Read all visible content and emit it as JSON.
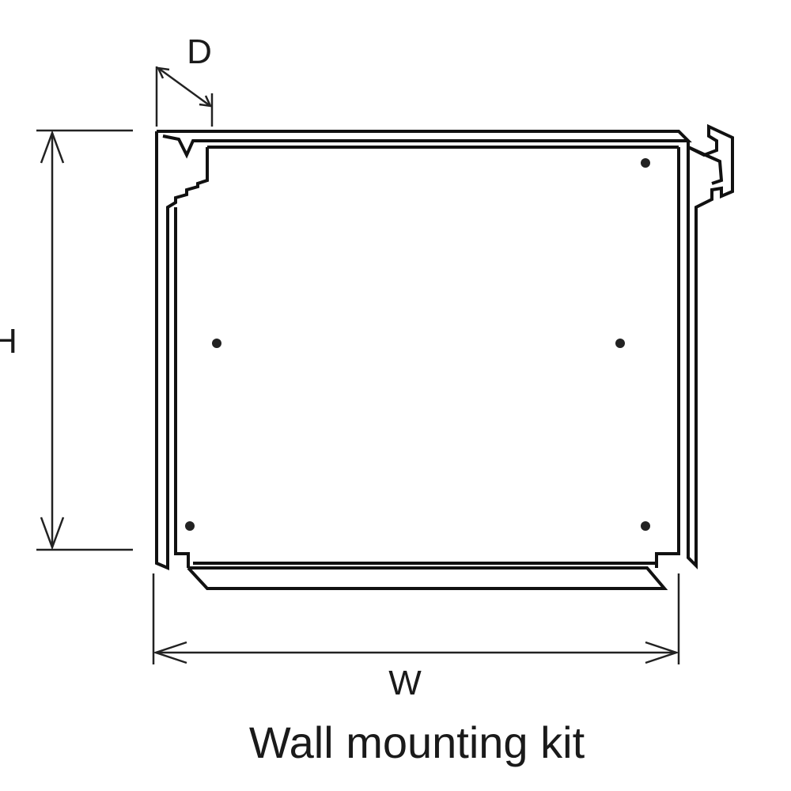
{
  "diagram": {
    "caption": "Wall mounting kit",
    "dimension_labels": {
      "depth": "D",
      "height": "H",
      "width": "W"
    },
    "colors": {
      "line": "#111111",
      "background": "#ffffff"
    }
  }
}
